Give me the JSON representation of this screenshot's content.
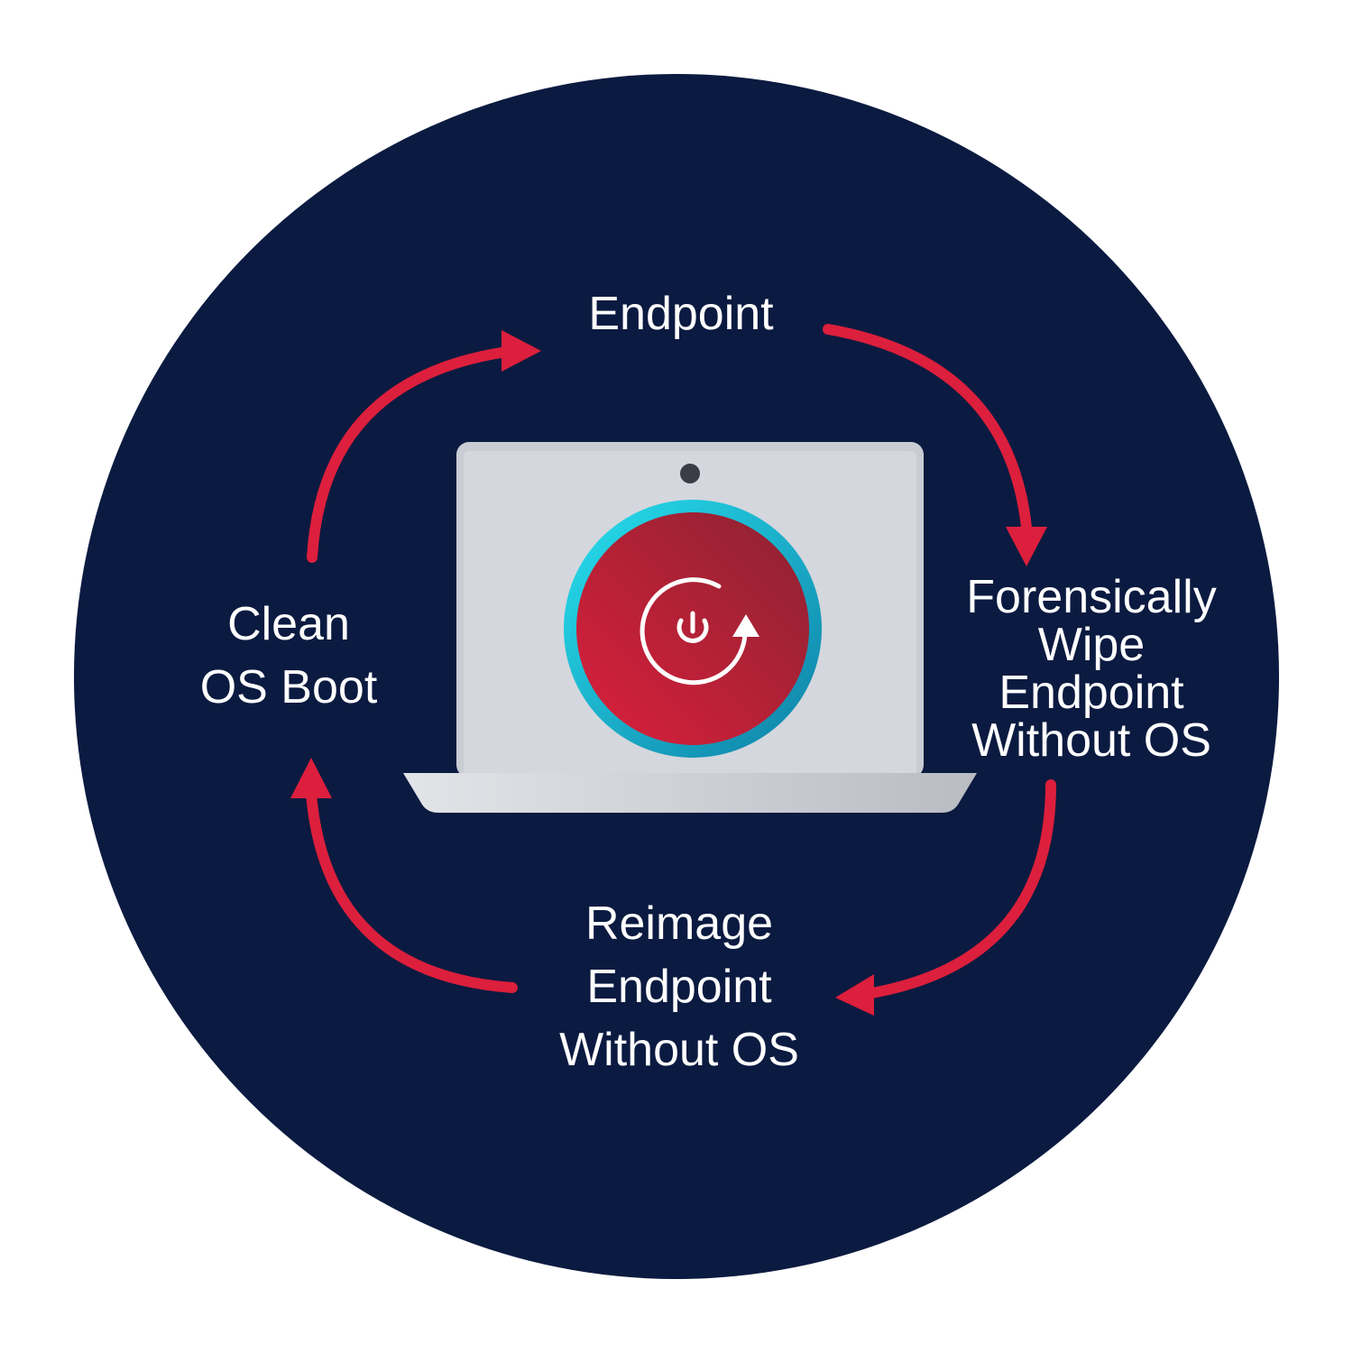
{
  "steps": [
    {
      "id": "endpoint",
      "lines": [
        "Endpoint"
      ]
    },
    {
      "id": "wipe",
      "lines": [
        "Forensically",
        "Wipe",
        "Endpoint",
        "Without OS"
      ]
    },
    {
      "id": "reimage",
      "lines": [
        "Reimage",
        "Endpoint",
        "Without OS"
      ]
    },
    {
      "id": "clean",
      "lines": [
        "Clean",
        "OS Boot"
      ]
    }
  ],
  "icons": {
    "center": "power-restart-icon",
    "device": "laptop-icon",
    "camera": "webcam-icon"
  },
  "colors": {
    "background_circle": "#0b1a40",
    "arrow": "#dc1f3c",
    "button_red": "#c91f36",
    "button_ring": "#1fc6dc",
    "laptop_screen": "#d4d7dd",
    "laptop_frame": "#c9ccd3",
    "label_text": "#ffffff"
  }
}
